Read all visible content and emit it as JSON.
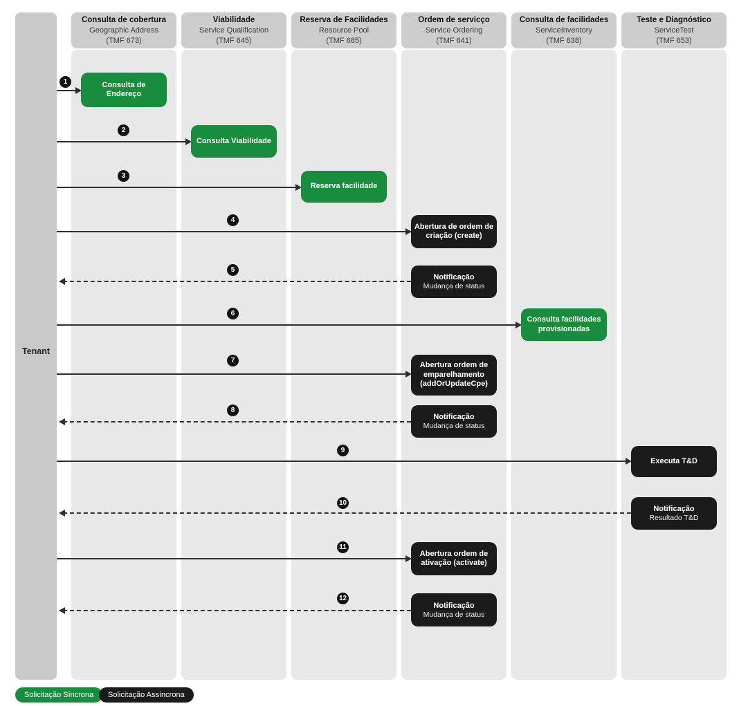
{
  "colors": {
    "sync_green": "#188d3e",
    "async_black": "#1b1b1b",
    "lane_gray": "#e8e8e8",
    "header_gray": "#cdcdcd"
  },
  "tenant": {
    "label": "Tenant"
  },
  "columns": [
    {
      "title": "Consulta de cobertura",
      "subtitle": "Geographic Address",
      "tmf": "(TMF 673)"
    },
    {
      "title": "Viabilidade",
      "subtitle": "Service Qualification",
      "tmf": "(TMF 645)"
    },
    {
      "title": "Reserva de Facilidades",
      "subtitle": "Resource Pool",
      "tmf": "(TMF 685)"
    },
    {
      "title": "Ordem de servicço",
      "subtitle": "Service Ordering",
      "tmf": "(TMF 641)"
    },
    {
      "title": "Consulta de facilidades",
      "subtitle": "ServiceInventory",
      "tmf": "(TMF 638)"
    },
    {
      "title": "Teste e Diagnóstico",
      "subtitle": "ServiceTest",
      "tmf": "(TMF 653)"
    }
  ],
  "messages": [
    {
      "step": "1",
      "lines": [
        "Consulta de Endereço"
      ]
    },
    {
      "step": "2",
      "lines": [
        "Consulta Viabilidade"
      ]
    },
    {
      "step": "3",
      "lines": [
        "Reserva facilidade"
      ]
    },
    {
      "step": "4",
      "lines": [
        "Abertura de ordem de",
        "criação (create)"
      ]
    },
    {
      "step": "5",
      "title": "Notificação",
      "detail": "Mudança de status"
    },
    {
      "step": "6",
      "lines": [
        "Consulta facilidades",
        "provisionadas"
      ]
    },
    {
      "step": "7",
      "lines": [
        "Abertura ordem de",
        "emparelhamento",
        "(addOrUpdateCpe)"
      ]
    },
    {
      "step": "8",
      "title": "Notificação",
      "detail": "Mudança de status"
    },
    {
      "step": "9",
      "lines": [
        "Executa T&D"
      ]
    },
    {
      "step": "10",
      "title": "Notificação",
      "detail": "Resultado T&D"
    },
    {
      "step": "11",
      "lines": [
        "Abertura ordem de",
        "ativação (activate)"
      ]
    },
    {
      "step": "12",
      "title": "Notificação",
      "detail": "Mudança de status"
    }
  ],
  "legend": [
    {
      "label": "Solicitação Síncrona"
    },
    {
      "label": "Solicitação Assíncrona"
    }
  ]
}
